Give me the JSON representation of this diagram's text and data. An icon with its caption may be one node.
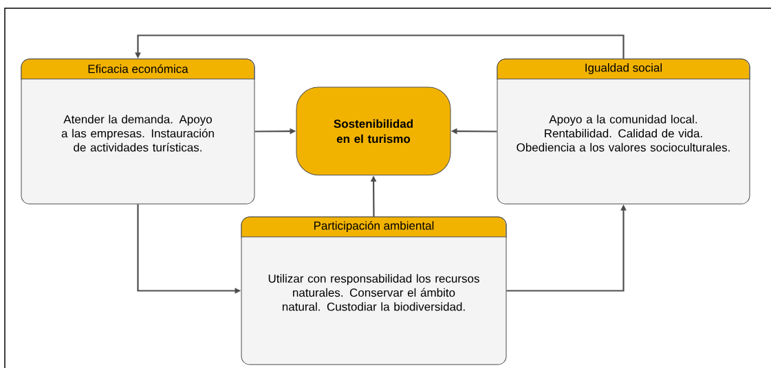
{
  "diagram": {
    "nodes": [
      {
        "text": [
          "Eficacia económica",
          "Atender la demanda. Apoyo a las empresas. Instauración de actividades turísticas."
        ]
      },
      {
        "text": [
          "Sostenibilidad en el turismo"
        ]
      },
      {
        "text": [
          "Igualdad social",
          "Apoyo a la comunidad local. Rentabilidad. Calidad de vida. Obediencia a los valores socioculturales."
        ]
      },
      {
        "text": [
          "Participación ambiental",
          "Utilizar con responsabilidad los recursos naturales. Conservar el ámbito natural. Custodiar la biodiversidad."
        ]
      }
    ],
    "edges": [
      {
        "from": 0,
        "to": 1,
        "arrow": "to"
      },
      {
        "from": 2,
        "to": 1,
        "arrow": "to"
      },
      {
        "from": 3,
        "to": 1,
        "arrow": "to"
      },
      {
        "from": 2,
        "to": 0,
        "arrow": "to"
      },
      {
        "from": 0,
        "to": 3,
        "arrow": "to"
      },
      {
        "from": 3,
        "to": 2,
        "arrow": "to"
      }
    ]
  }
}
